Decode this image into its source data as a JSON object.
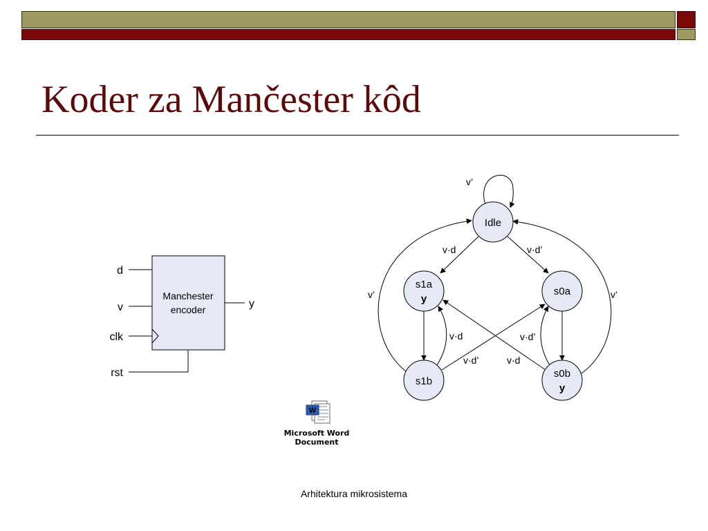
{
  "slide": {
    "title": "Koder za Mančester kôd",
    "footer": "Arhitektura mikrosistema",
    "colors": {
      "title": "#5a0a0a",
      "olive": "#9e9a62",
      "dark_red": "#7a0a0a",
      "state_fill": "#e6eaf6",
      "block_fill": "#e6eaf6"
    }
  },
  "block": {
    "label_line1": "Manchester",
    "label_line2": "encoder",
    "inputs": [
      "d",
      "v",
      "clk",
      "rst"
    ],
    "output": "y"
  },
  "fsm": {
    "states": {
      "idle": {
        "name": "Idle",
        "output": ""
      },
      "s1a": {
        "name": "s1a",
        "output": "y"
      },
      "s0a": {
        "name": "s0a",
        "output": ""
      },
      "s1b": {
        "name": "s1b",
        "output": ""
      },
      "s0b": {
        "name": "s0b",
        "output": "y"
      }
    },
    "transitions": {
      "idle_self": "v’",
      "idle_s1a": "v·d",
      "idle_s0a": "v·d’",
      "s1b_idle": "v’",
      "s0b_idle": "v’",
      "s1b_s1a": "v·d",
      "s0b_s0a": "v·d’",
      "s1b_s0a": "v·d’",
      "s0b_s1a": "v·d"
    }
  },
  "embedded_object": {
    "icon": "word-document-icon",
    "label_line1": "Microsoft Word",
    "label_line2": "Document"
  }
}
